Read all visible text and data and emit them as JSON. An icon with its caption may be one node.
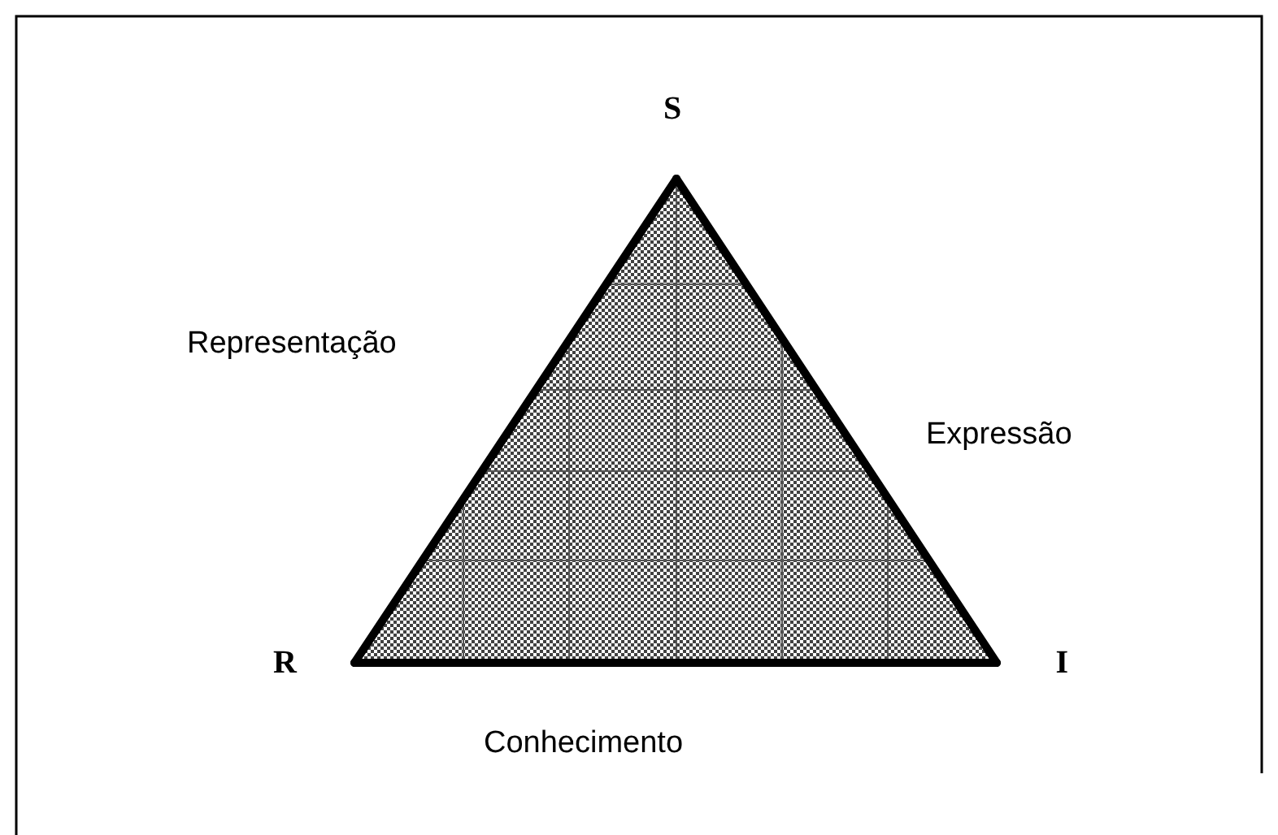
{
  "diagram": {
    "nodes": [
      {
        "text": [
          "S"
        ]
      },
      {
        "text": [
          "R"
        ]
      },
      {
        "text": [
          "I"
        ]
      }
    ],
    "edges": [
      {
        "from": 0,
        "to": 1,
        "arrow": "none",
        "label": "Representação"
      },
      {
        "from": 0,
        "to": 2,
        "arrow": "none",
        "label": "Expressão"
      },
      {
        "from": 1,
        "to": 2,
        "arrow": "none",
        "label": "Conhecimento"
      }
    ]
  }
}
